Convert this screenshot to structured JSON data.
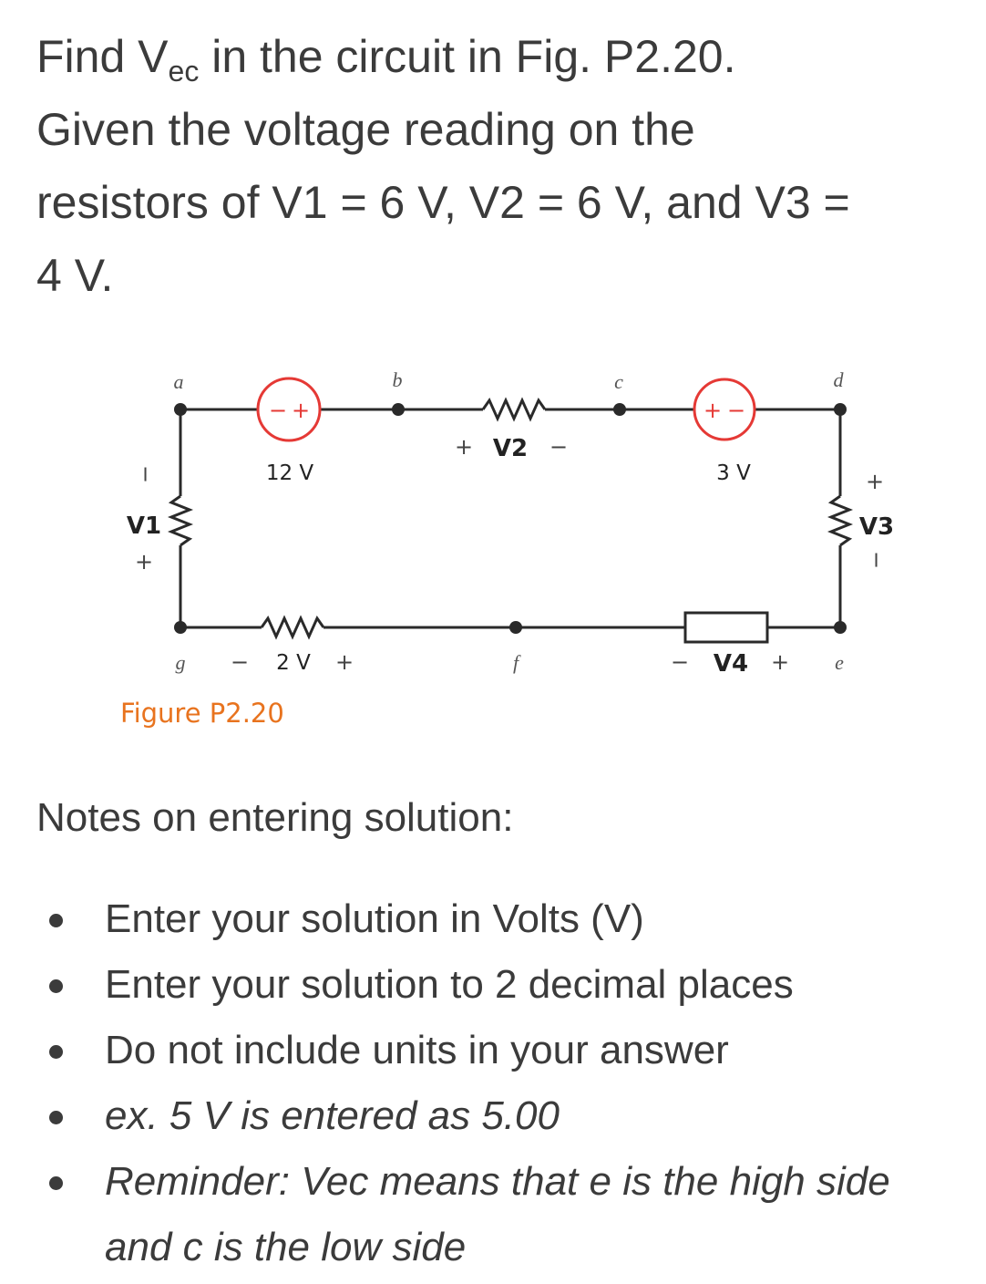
{
  "question": {
    "line1_before": "Find V",
    "line1_sub": "ec",
    "line1_after": " in the circuit in Fig. P2.20.",
    "line2": "Given the voltage reading on the",
    "line3": "resistors of V1 = 6 V, V2 = 6 V, and V3 =",
    "line4": "4 V."
  },
  "figure": {
    "caption": "Figure P2.20",
    "nodes": {
      "a": "a",
      "b": "b",
      "c": "c",
      "d": "d",
      "e": "e",
      "f": "f",
      "g": "g"
    },
    "source_12v": {
      "label": "12 V",
      "polarity": "-+"
    },
    "source_3v": {
      "label": "3 V",
      "polarity": "+-"
    },
    "v2": {
      "label": "V2",
      "plus": "+",
      "minus": "−"
    },
    "v1": {
      "label": "V1",
      "plus": "+",
      "minus": "−"
    },
    "v3": {
      "label": "V3",
      "plus": "+",
      "minus": "−"
    },
    "v4": {
      "label": "V4",
      "plus": "+",
      "minus": "−"
    },
    "r_bottom": {
      "label": "2 V",
      "plus": "+",
      "minus": "−"
    },
    "source_color": "#e53935",
    "wire_color": "#2a2a2a",
    "caption_color": "#e8731e"
  },
  "notes": {
    "heading": "Notes on entering solution:",
    "items": [
      "Enter your solution in Volts (V)",
      "Enter your solution to 2 decimal places",
      "Do not include units in your answer",
      "ex. 5 V is entered as 5.00",
      "Reminder: Vec means that e is the high side and c is the low side"
    ]
  }
}
